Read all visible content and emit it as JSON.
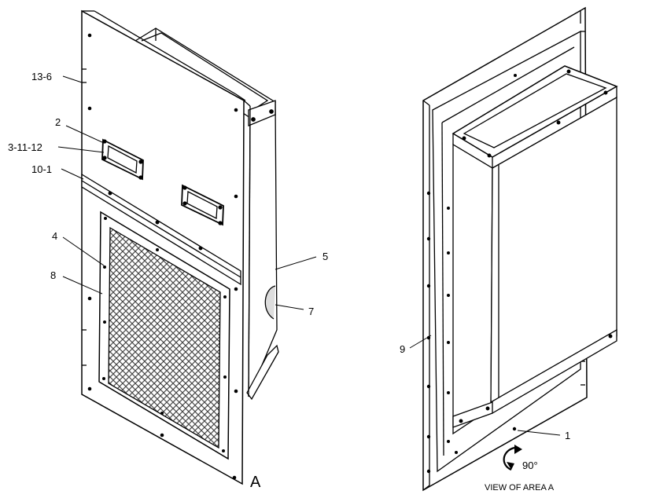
{
  "callouts": {
    "c13_6": "13-6",
    "c2": "2",
    "c3_11_12": "3-11-12",
    "c10_1": "10-1",
    "c4": "4",
    "c8": "8",
    "c5": "5",
    "c7": "7",
    "c9": "9",
    "c1": "1"
  },
  "view_marker": "A",
  "rotation": "90°",
  "view_caption": "VIEW OF AREA A"
}
